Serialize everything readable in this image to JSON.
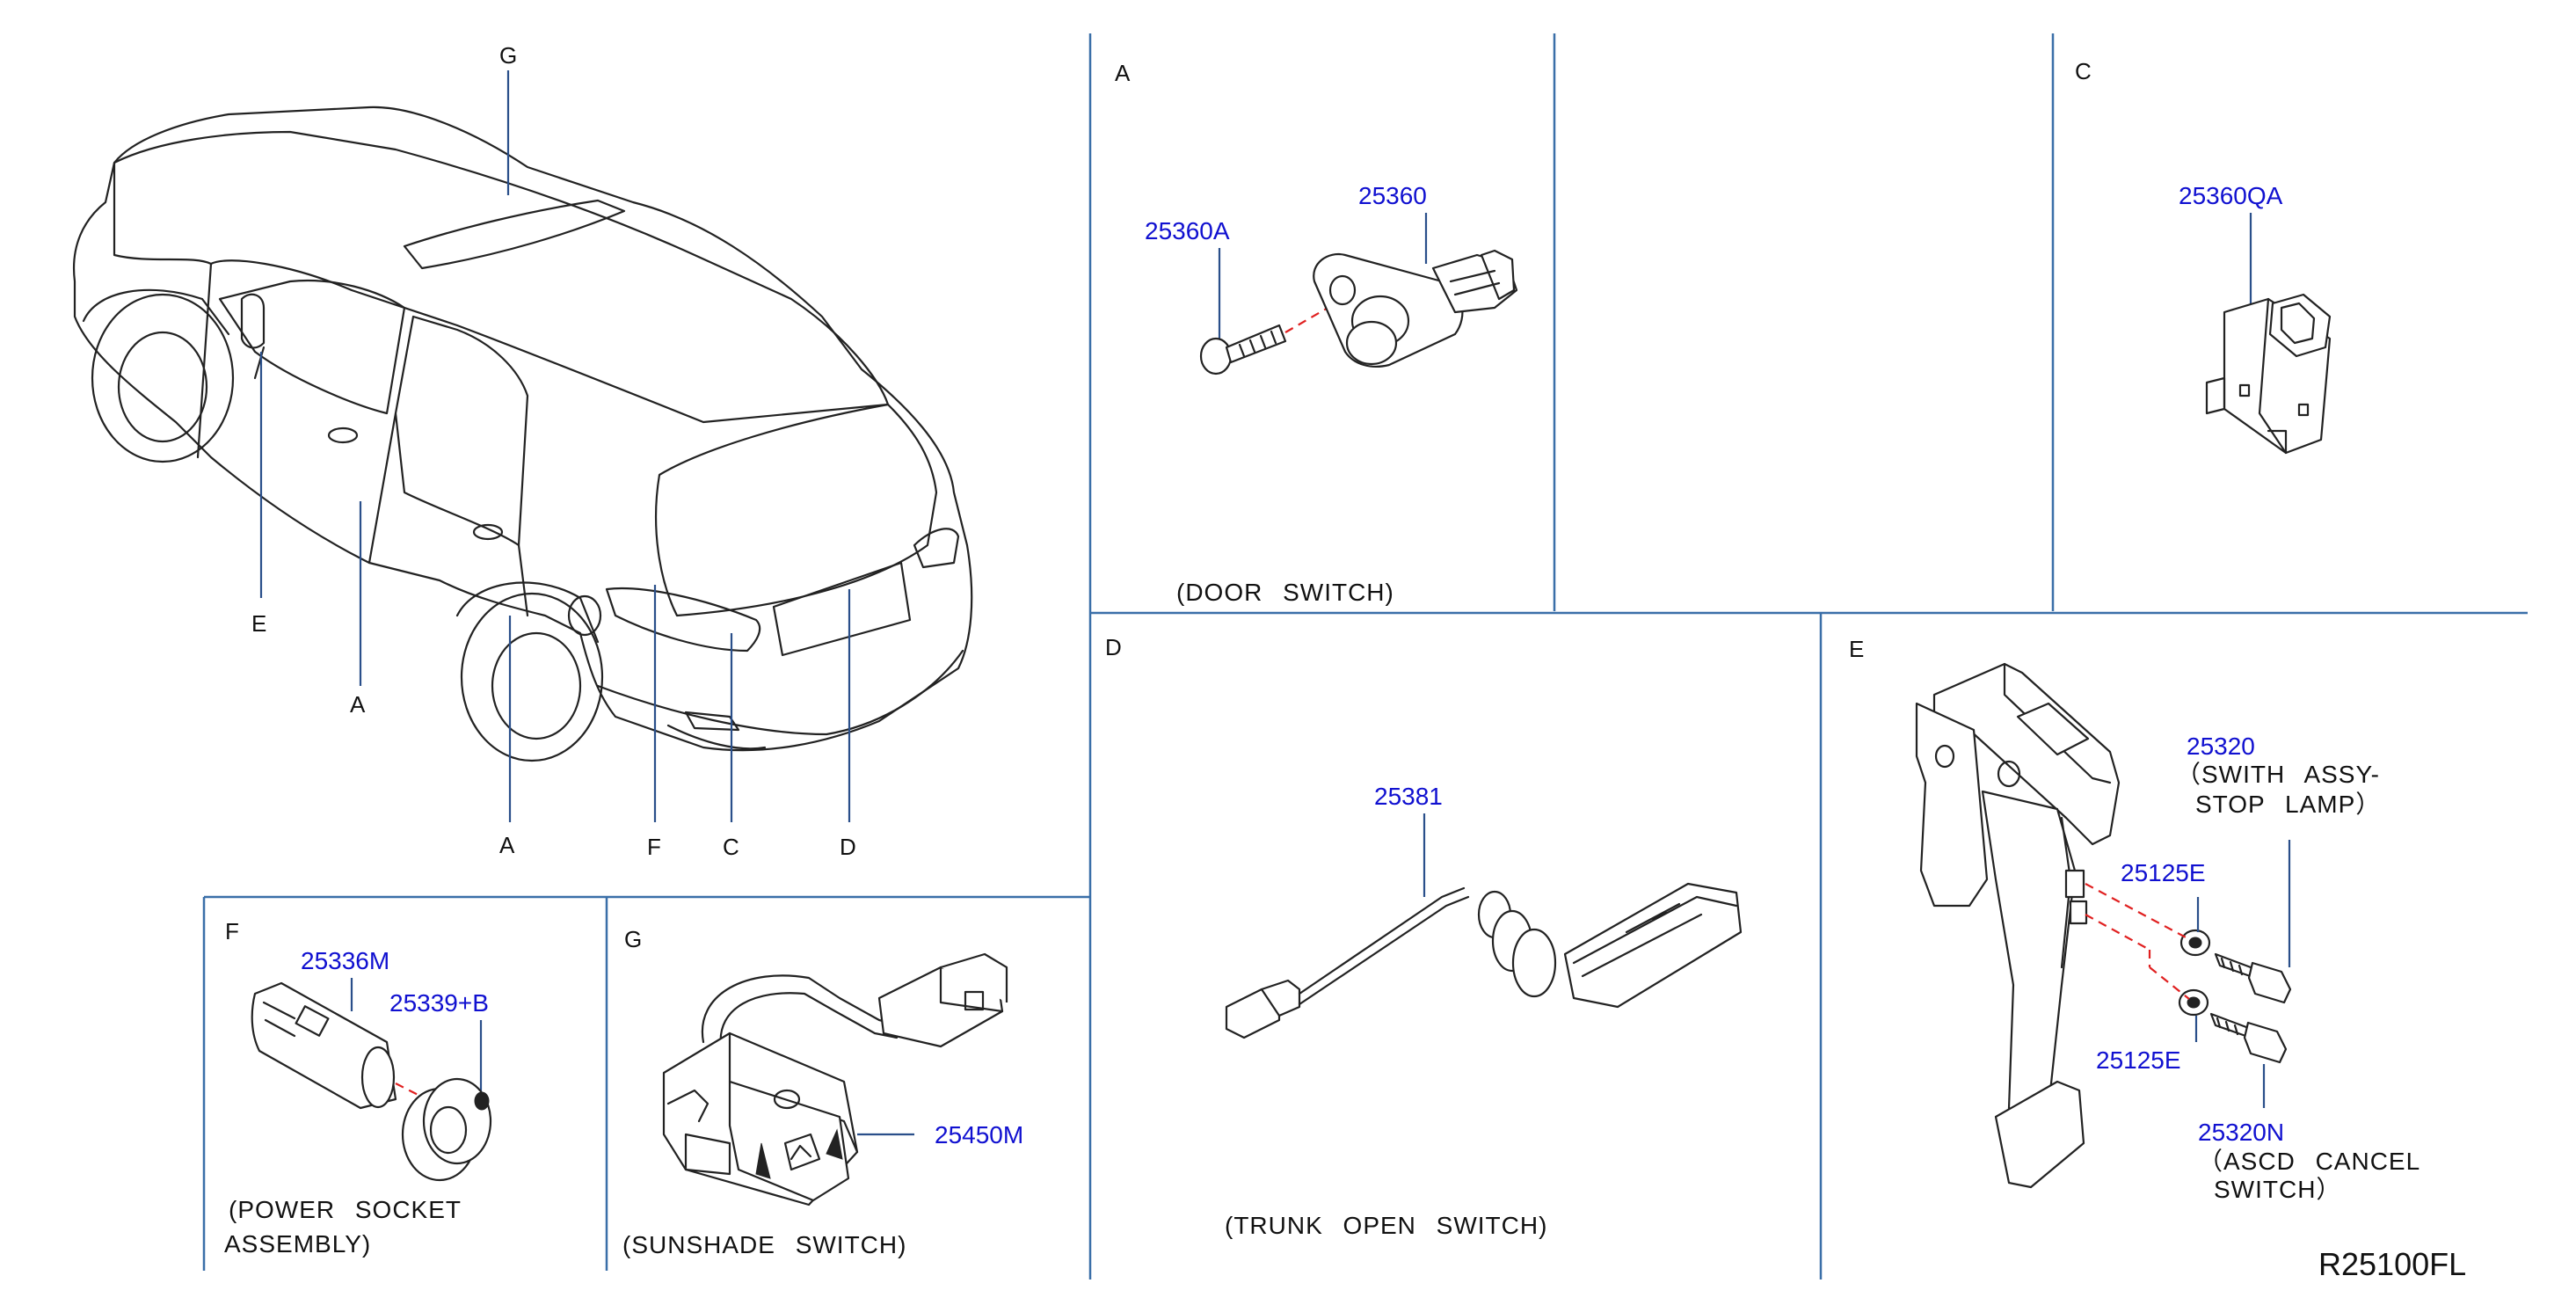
{
  "diagram_id": "R25100FL",
  "overview": {
    "labels": {
      "g": "G",
      "e": "E",
      "a_door": "A",
      "a_wheel": "A",
      "f": "F",
      "c": "C",
      "d": "D"
    }
  },
  "panels": {
    "a": {
      "letter": "A",
      "parts": [
        "25360A",
        "25360"
      ],
      "caption": "(DOOR SWITCH)"
    },
    "c": {
      "letter": "C",
      "parts": [
        "25360QA"
      ]
    },
    "d": {
      "letter": "D",
      "parts": [
        "25381"
      ],
      "caption": "(TRUNK OPEN SWITCH)"
    },
    "e": {
      "letter": "E",
      "parts": [
        "25320",
        "25125E",
        "25125E",
        "25320N"
      ],
      "note1": [
        "（SWITH ASSY-",
        "STOP LAMP）"
      ],
      "note2": [
        "（ASCD CANCEL",
        "SWITCH）"
      ]
    },
    "f": {
      "letter": "F",
      "parts": [
        "25336M",
        "25339+B"
      ],
      "caption": [
        "(POWER SOCKET",
        "ASSEMBLY)"
      ]
    },
    "g": {
      "letter": "G",
      "parts": [
        "25450M"
      ],
      "caption": "(SUNSHADE SWITCH)"
    }
  }
}
